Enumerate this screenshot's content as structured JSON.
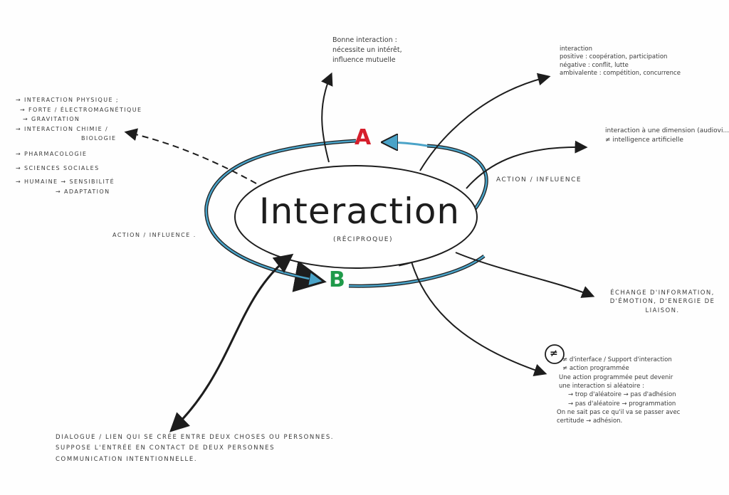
{
  "diagram": {
    "center": {
      "title": "Interaction",
      "subtitle": "(RÉCIPROQUE)"
    },
    "letter_a": "A",
    "letter_b": "B",
    "colors": {
      "letter_a": "#d61f2c",
      "letter_b": "#1f9a4a",
      "cycle_arrows": "#4aa3c8",
      "ink": "#1d1d1d"
    },
    "edge_labels": {
      "right": "ACTION / INFLUENCE",
      "left": "ACTION / INFLUENCE ."
    },
    "notes": {
      "top": [
        "Bonne interaction :",
        "nécessite un intérêt,",
        "influence mutuelle"
      ],
      "top_right": [
        "interaction",
        "positive : coopération, participation",
        "négative : conflit, lutte",
        "ambivalente : compétition, concurrence"
      ],
      "right": [
        "interaction à une dimension (audiovi...",
        "≠ intelligence artificielle"
      ],
      "bottom_right": [
        "ÉCHANGE D'INFORMATION,",
        "D'ÉMOTION, D'ENERGIE DE",
        "LIAISON."
      ],
      "far_bottom_right_symbol": "≠",
      "far_bottom_right": [
        "≠ d'interface / Support d'interaction",
        "≠ action programmée",
        "Une action programmée peut devenir",
        "une interaction si aléatoire :",
        "→ trop d'aléatoire → pas d'adhésion",
        "→ pas d'aléatoire → programmation",
        "On ne sait pas ce qu'il va se passer avec",
        "certitude → adhésion."
      ],
      "left": [
        "→ INTERACTION PHYSIQUE ;",
        "→ FORTE / ÉLECTROMAGNÉTIQUE",
        "→ GRAVITATION",
        "→ INTERACTION CHIMIE /",
        "BIOLOGIE",
        "→ PHARMACOLOGIE",
        "→ SCIENCES SOCIALES",
        "→ HUMAINE → SENSIBILITÉ",
        "→ ADAPTATION"
      ],
      "bottom": [
        "DIALOGUE / LIEN QUI SE CRÉE ENTRE DEUX CHOSES OU PERSONNES.",
        "SUPPOSE L'ENTRÉE EN CONTACT DE DEUX PERSONNES",
        "COMMUNICATION INTENTIONNELLE."
      ]
    }
  }
}
